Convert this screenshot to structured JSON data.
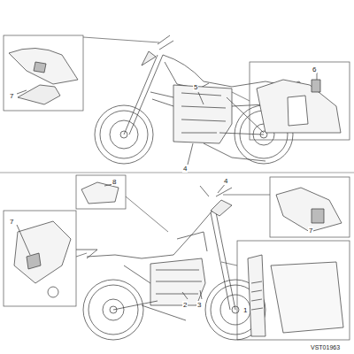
{
  "diagram": {
    "labels": [
      "7",
      "6",
      "5",
      "4",
      "8",
      "4",
      "7",
      "7",
      "1",
      "2",
      "3",
      "VST01963"
    ]
  }
}
